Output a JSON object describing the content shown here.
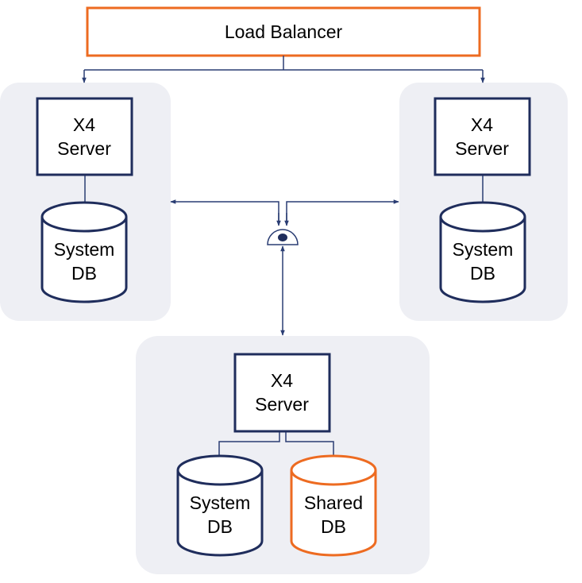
{
  "load_balancer": {
    "label": "Load Balancer"
  },
  "nodes": [
    {
      "server": {
        "line1": "X4",
        "line2": "Server"
      },
      "dbs": [
        {
          "line1": "System",
          "line2": "DB"
        }
      ]
    },
    {
      "server": {
        "line1": "X4",
        "line2": "Server"
      },
      "dbs": [
        {
          "line1": "System",
          "line2": "DB"
        }
      ]
    },
    {
      "server": {
        "line1": "X4",
        "line2": "Server"
      },
      "dbs": [
        {
          "line1": "System",
          "line2": "DB"
        },
        {
          "line1": "Shared",
          "line2": "DB"
        }
      ]
    }
  ],
  "colors": {
    "navy": "#1f2d5c",
    "orange": "#ed6b21",
    "panel": "#eeeff4",
    "connector": "#2a3d73"
  },
  "icons": {
    "hub": "semicircle-dot-hub-icon"
  }
}
